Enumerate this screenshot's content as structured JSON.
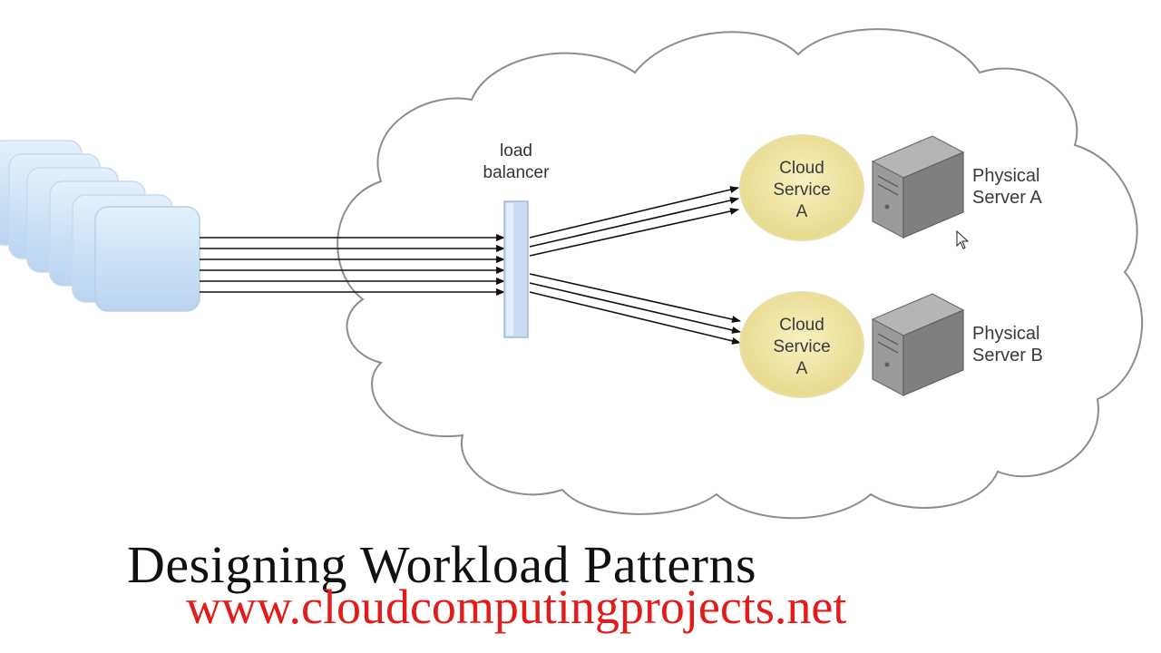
{
  "title": "Designing Workload Patterns",
  "watermark": "www.cloudcomputingprojects.net",
  "load_balancer": {
    "label_line1": "load",
    "label_line2": "balancer"
  },
  "cloud_services": [
    {
      "line1": "Cloud",
      "line2": "Service",
      "line3": "A"
    },
    {
      "line1": "Cloud",
      "line2": "Service",
      "line3": "A"
    }
  ],
  "physical_servers": [
    {
      "line1": "Physical",
      "line2": "Server A"
    },
    {
      "line1": "Physical",
      "line2": "Server B"
    }
  ],
  "colors": {
    "cloud_service_fill": "#efe6a0",
    "client_fill": "#cfe3f7",
    "load_balancer_fill": "#c9dcf2",
    "server_fill": "#8a8a8a",
    "watermark": "#e21b1b"
  },
  "icons": [
    "client-stack-icon",
    "load-balancer-icon",
    "server-icon",
    "cursor-icon"
  ]
}
